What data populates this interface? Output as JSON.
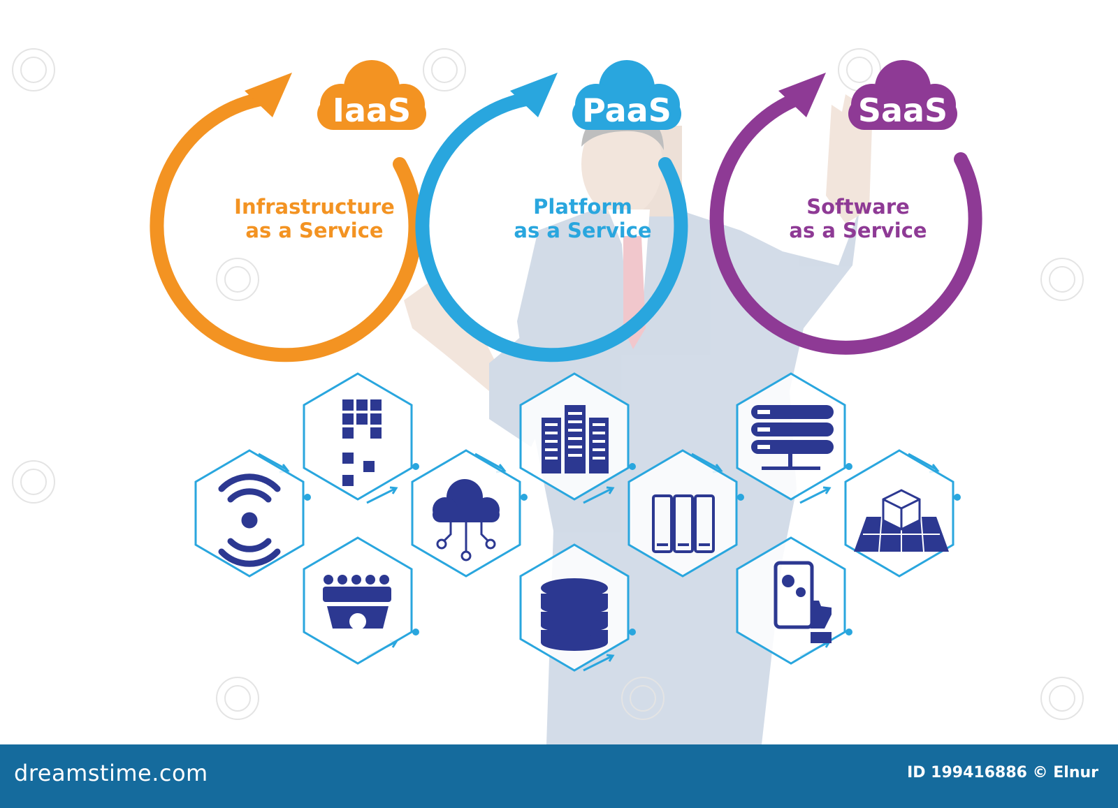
{
  "services": [
    {
      "code": "IaaS",
      "line1": "Infrastructure",
      "line2": "as a Service",
      "color": "#f39322"
    },
    {
      "code": "PaaS",
      "line1": "Platform",
      "line2": "as a Service",
      "color": "#29a6de"
    },
    {
      "code": "SaaS",
      "line1": "Software",
      "line2": "as a Service",
      "color": "#8e3a95"
    }
  ],
  "hex_icons": [
    "wifi-signal-icon",
    "data-cubes-icon",
    "team-gear-icon",
    "cloud-network-icon",
    "office-buildings-icon",
    "database-icon",
    "server-racks-icon",
    "server-stack-icon",
    "mobile-settings-icon",
    "cube-grid-icon"
  ],
  "colors": {
    "hex_outline": "#29a6de",
    "icon_fill": "#2c3891",
    "footer_bg": "#156b9d",
    "person_suit": "#aebfd5"
  },
  "footer": {
    "brand": "dreamstime.com",
    "stock_id": "ID 199416886 © Elnur"
  }
}
